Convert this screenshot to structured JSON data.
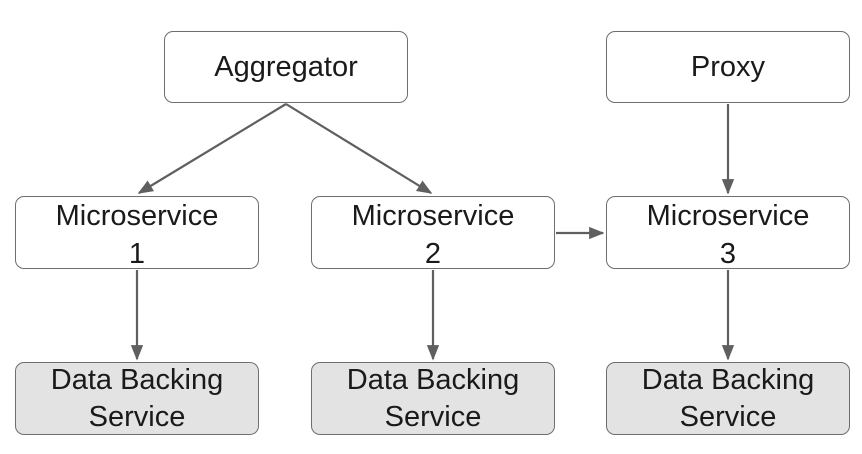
{
  "diagram": {
    "nodes": {
      "aggregator": {
        "label": "Aggregator"
      },
      "proxy": {
        "label": "Proxy"
      },
      "microservice_1": {
        "line1": "Microservice",
        "line2": "1"
      },
      "microservice_2": {
        "line1": "Microservice",
        "line2": "2"
      },
      "microservice_3": {
        "line1": "Microservice",
        "line2": "3"
      },
      "data_backing_1": {
        "line1": "Data Backing",
        "line2": "Service"
      },
      "data_backing_2": {
        "line1": "Data Backing",
        "line2": "Service"
      },
      "data_backing_3": {
        "line1": "Data Backing",
        "line2": "Service"
      }
    },
    "edges": [
      {
        "from": "aggregator",
        "to": "microservice_1"
      },
      {
        "from": "aggregator",
        "to": "microservice_2"
      },
      {
        "from": "proxy",
        "to": "microservice_3"
      },
      {
        "from": "microservice_2",
        "to": "microservice_3"
      },
      {
        "from": "microservice_1",
        "to": "data_backing_1"
      },
      {
        "from": "microservice_2",
        "to": "data_backing_2"
      },
      {
        "from": "microservice_3",
        "to": "data_backing_3"
      }
    ],
    "colors": {
      "node_border": "#6e6e6e",
      "node_fill": "#ffffff",
      "backing_fill": "#e3e3e3",
      "edge": "#5f5f5f",
      "text": "#1a1a1a"
    }
  }
}
